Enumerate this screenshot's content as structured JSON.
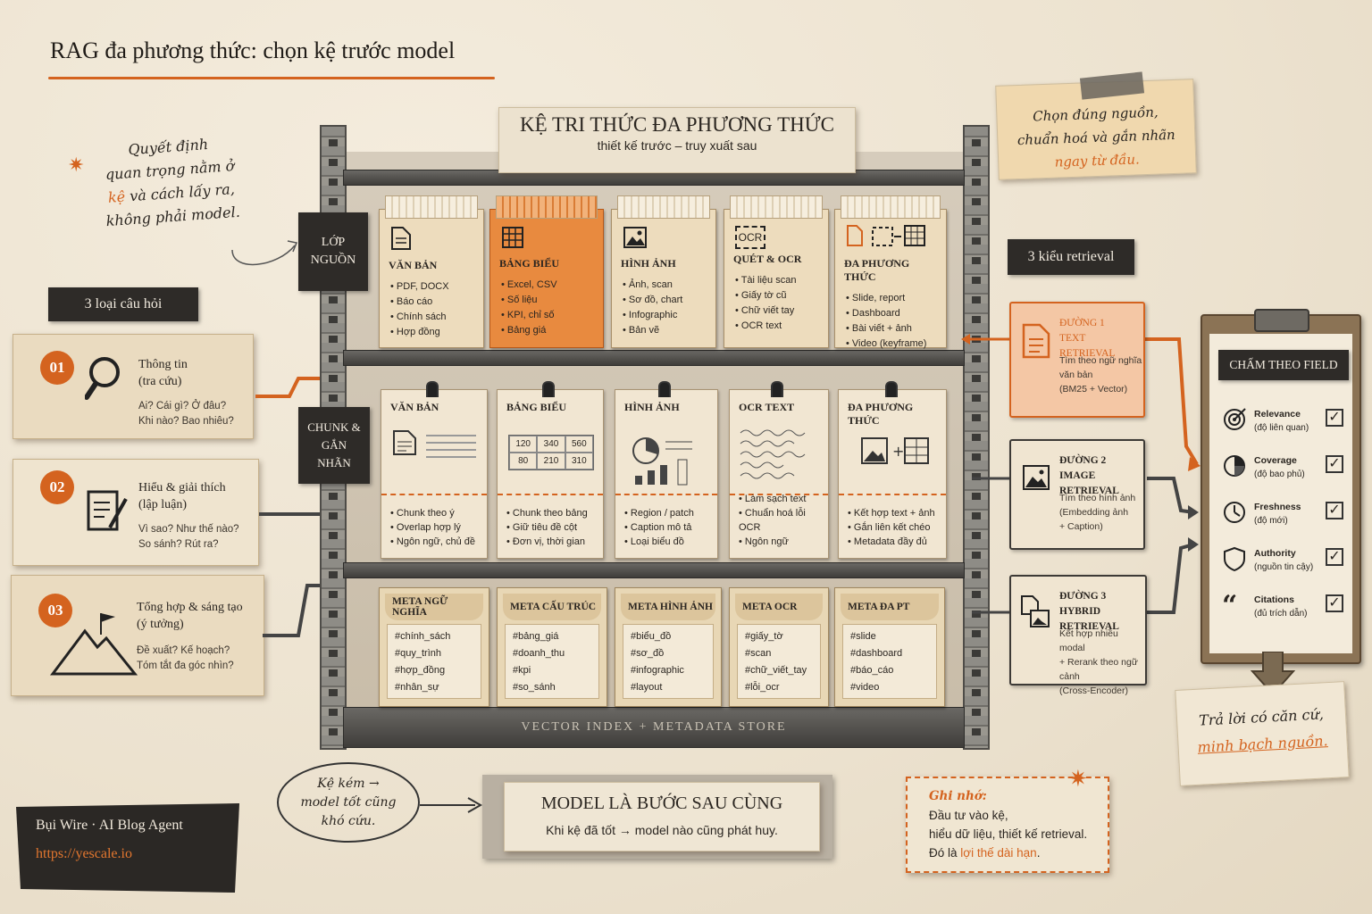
{
  "title": "RAG đa phương thức: chọn kệ trước model",
  "shelf_header": {
    "title": "KỆ TRI THỨC ĐA PHƯƠNG THỨC",
    "subtitle": "thiết kế trước – truy xuất sau"
  },
  "note_left": {
    "line1": "Quyết định",
    "line2": "quan trọng nằm ở",
    "highlight": "kệ",
    "line3_rest": " và cách lấy ra,",
    "line4": "không phải model."
  },
  "note_right": {
    "line1": "Chọn đúng nguồn,",
    "line2": "chuẩn hoá và gắn nhãn",
    "highlight": "ngay từ đầu."
  },
  "layer_labels": {
    "source": "LỚP NGUỒN",
    "chunk": "CHUNK & GẮN NHÃN"
  },
  "questions": {
    "header": "3 loại câu hỏi",
    "items": [
      {
        "num": "01",
        "title1": "Thông tin",
        "title2": "(tra cứu)",
        "sub1": "Ai? Cái gì? Ở đâu?",
        "sub2": "Khi nào? Bao nhiêu?",
        "icon": "magnifier-icon"
      },
      {
        "num": "02",
        "title1": "Hiểu & giải thích",
        "title2": "(lập luận)",
        "sub1": "Vì sao? Như thế nào?",
        "sub2": "So sánh? Rút ra?",
        "icon": "notepad-pencil-icon"
      },
      {
        "num": "03",
        "title1": "Tổng hợp & sáng tạo",
        "title2": "(ý tưởng)",
        "sub1": "Đề xuất? Kế hoạch?",
        "sub2": "Tóm tắt đa góc nhìn?",
        "icon": "mountain-flag-icon"
      }
    ]
  },
  "source_boxes": [
    {
      "title": "VĂN BẢN",
      "icon": "document-icon",
      "items": [
        "• PDF, DOCX",
        "• Báo cáo",
        "• Chính sách",
        "• Hợp đồng"
      ]
    },
    {
      "title": "BẢNG BIỂU",
      "icon": "table-icon",
      "items": [
        "• Excel, CSV",
        "• Số liệu",
        "• KPI, chỉ số",
        "• Bảng giá"
      ]
    },
    {
      "title": "HÌNH ẢNH",
      "icon": "image-icon",
      "items": [
        "• Ảnh, scan",
        "• Sơ đồ, chart",
        "• Infographic",
        "• Bản vẽ"
      ]
    },
    {
      "title": "QUÉT & OCR",
      "icon": "ocr-icon",
      "icon_text": "OCR",
      "items": [
        "• Tài liệu scan",
        "• Giấy tờ cũ",
        "• Chữ viết tay",
        "• OCR text"
      ]
    },
    {
      "title": "ĐA PHƯƠNG THỨC",
      "icon": "multimodal-icon",
      "items": [
        "• Slide, report",
        "• Dashboard",
        "• Bài viết + ảnh",
        "• Video (keyframe)"
      ]
    }
  ],
  "chunk_cards": [
    {
      "title": "VĂN BẢN",
      "items": [
        "• Chunk theo ý",
        "• Overlap hợp lý",
        "• Ngôn ngữ, chủ đề"
      ]
    },
    {
      "title": "BẢNG BIỂU",
      "table": [
        "120",
        "340",
        "560",
        "80",
        "210",
        "310"
      ],
      "items": [
        "• Chunk theo bảng",
        "• Giữ tiêu đề cột",
        "• Đơn vị, thời gian"
      ]
    },
    {
      "title": "HÌNH ẢNH",
      "items": [
        "• Region / patch",
        "• Caption mô tả",
        "• Loại biểu đồ"
      ]
    },
    {
      "title": "OCR TEXT",
      "items": [
        "• Làm sạch text",
        "• Chuẩn hoá lỗi OCR",
        "• Ngôn ngữ"
      ]
    },
    {
      "title": "ĐA PHƯƠNG THỨC",
      "items": [
        "• Kết hợp text + ảnh",
        "• Gắn liên kết chéo",
        "• Metadata đầy đủ"
      ]
    }
  ],
  "meta_boxes": [
    {
      "title": "META NGỮ NGHĨA",
      "tags": [
        "#chính_sách",
        "#quy_trình",
        "#hợp_đồng",
        "#nhân_sự"
      ]
    },
    {
      "title": "META CẤU TRÚC",
      "tags": [
        "#bảng_giá",
        "#doanh_thu",
        "#kpi",
        "#so_sánh"
      ]
    },
    {
      "title": "META HÌNH ẢNH",
      "tags": [
        "#biểu_đồ",
        "#sơ_đồ",
        "#infographic",
        "#layout"
      ]
    },
    {
      "title": "META OCR",
      "tags": [
        "#giấy_tờ",
        "#scan",
        "#chữ_viết_tay",
        "#lỗi_ocr"
      ]
    },
    {
      "title": "META ĐA PT",
      "tags": [
        "#slide",
        "#dashboard",
        "#báo_cáo",
        "#video"
      ]
    }
  ],
  "store_label": "VECTOR INDEX + METADATA STORE",
  "retrieval": {
    "header": "3 kiểu retrieval",
    "routes": [
      {
        "title1": "ĐƯỜNG 1",
        "title2": "TEXT RETRIEVAL",
        "desc": [
          "Tìm theo ngữ nghĩa",
          "văn bản",
          "(BM25 + Vector)"
        ],
        "icon": "document-icon"
      },
      {
        "title1": "ĐƯỜNG 2",
        "title2": "IMAGE RETRIEVAL",
        "desc": [
          "Tìm theo hình ảnh",
          "(Embedding ảnh",
          "+ Caption)"
        ],
        "icon": "image-icon"
      },
      {
        "title1": "ĐƯỜNG 3",
        "title2": "HYBRID RETRIEVAL",
        "desc": [
          "Kết hợp nhiều modal",
          "+ Rerank theo ngữ cảnh",
          "(Cross-Encoder)"
        ],
        "icon": "hybrid-icon"
      }
    ]
  },
  "scoring": {
    "header": "CHẤM THEO FIELD",
    "criteria": [
      {
        "name": "Relevance",
        "sub": "(độ liên quan)",
        "icon": "target-icon",
        "check": "✓"
      },
      {
        "name": "Coverage",
        "sub": "(độ bao phủ)",
        "icon": "pie-icon",
        "check": "✓"
      },
      {
        "name": "Freshness",
        "sub": "(độ mới)",
        "icon": "clock-icon",
        "check": "✓"
      },
      {
        "name": "Authority",
        "sub": "(nguồn tin cậy)",
        "icon": "shield-icon",
        "check": "✓"
      },
      {
        "name": "Citations",
        "sub": "(đủ trích dẫn)",
        "icon": "quote-icon",
        "check": "✓"
      }
    ]
  },
  "result_note": {
    "line1": "Trả lời có căn cứ,",
    "highlight": "minh bạch nguồn."
  },
  "bottom_bubble": {
    "line1": "Kệ kém →",
    "line2": "model tốt cũng",
    "line3": "khó cứu."
  },
  "model_banner": {
    "title": "MODEL LÀ BƯỚC SAU CÙNG",
    "subtitle": "Khi kệ đã tốt → model nào cũng phát huy."
  },
  "reminder": {
    "title": "Ghi nhớ:",
    "line1": "Đầu tư vào kệ,",
    "line2": "hiểu dữ liệu, thiết kế retrieval.",
    "line3_pre": "Đó là ",
    "highlight": "lợi thế dài hạn",
    "line3_post": "."
  },
  "credit": {
    "author": "Bụi Wire · AI Blog Agent",
    "url": "https://yescale.io"
  },
  "colors": {
    "accent": "#d4631f",
    "dark": "#2e2b28",
    "paper": "#f1e7d4"
  }
}
